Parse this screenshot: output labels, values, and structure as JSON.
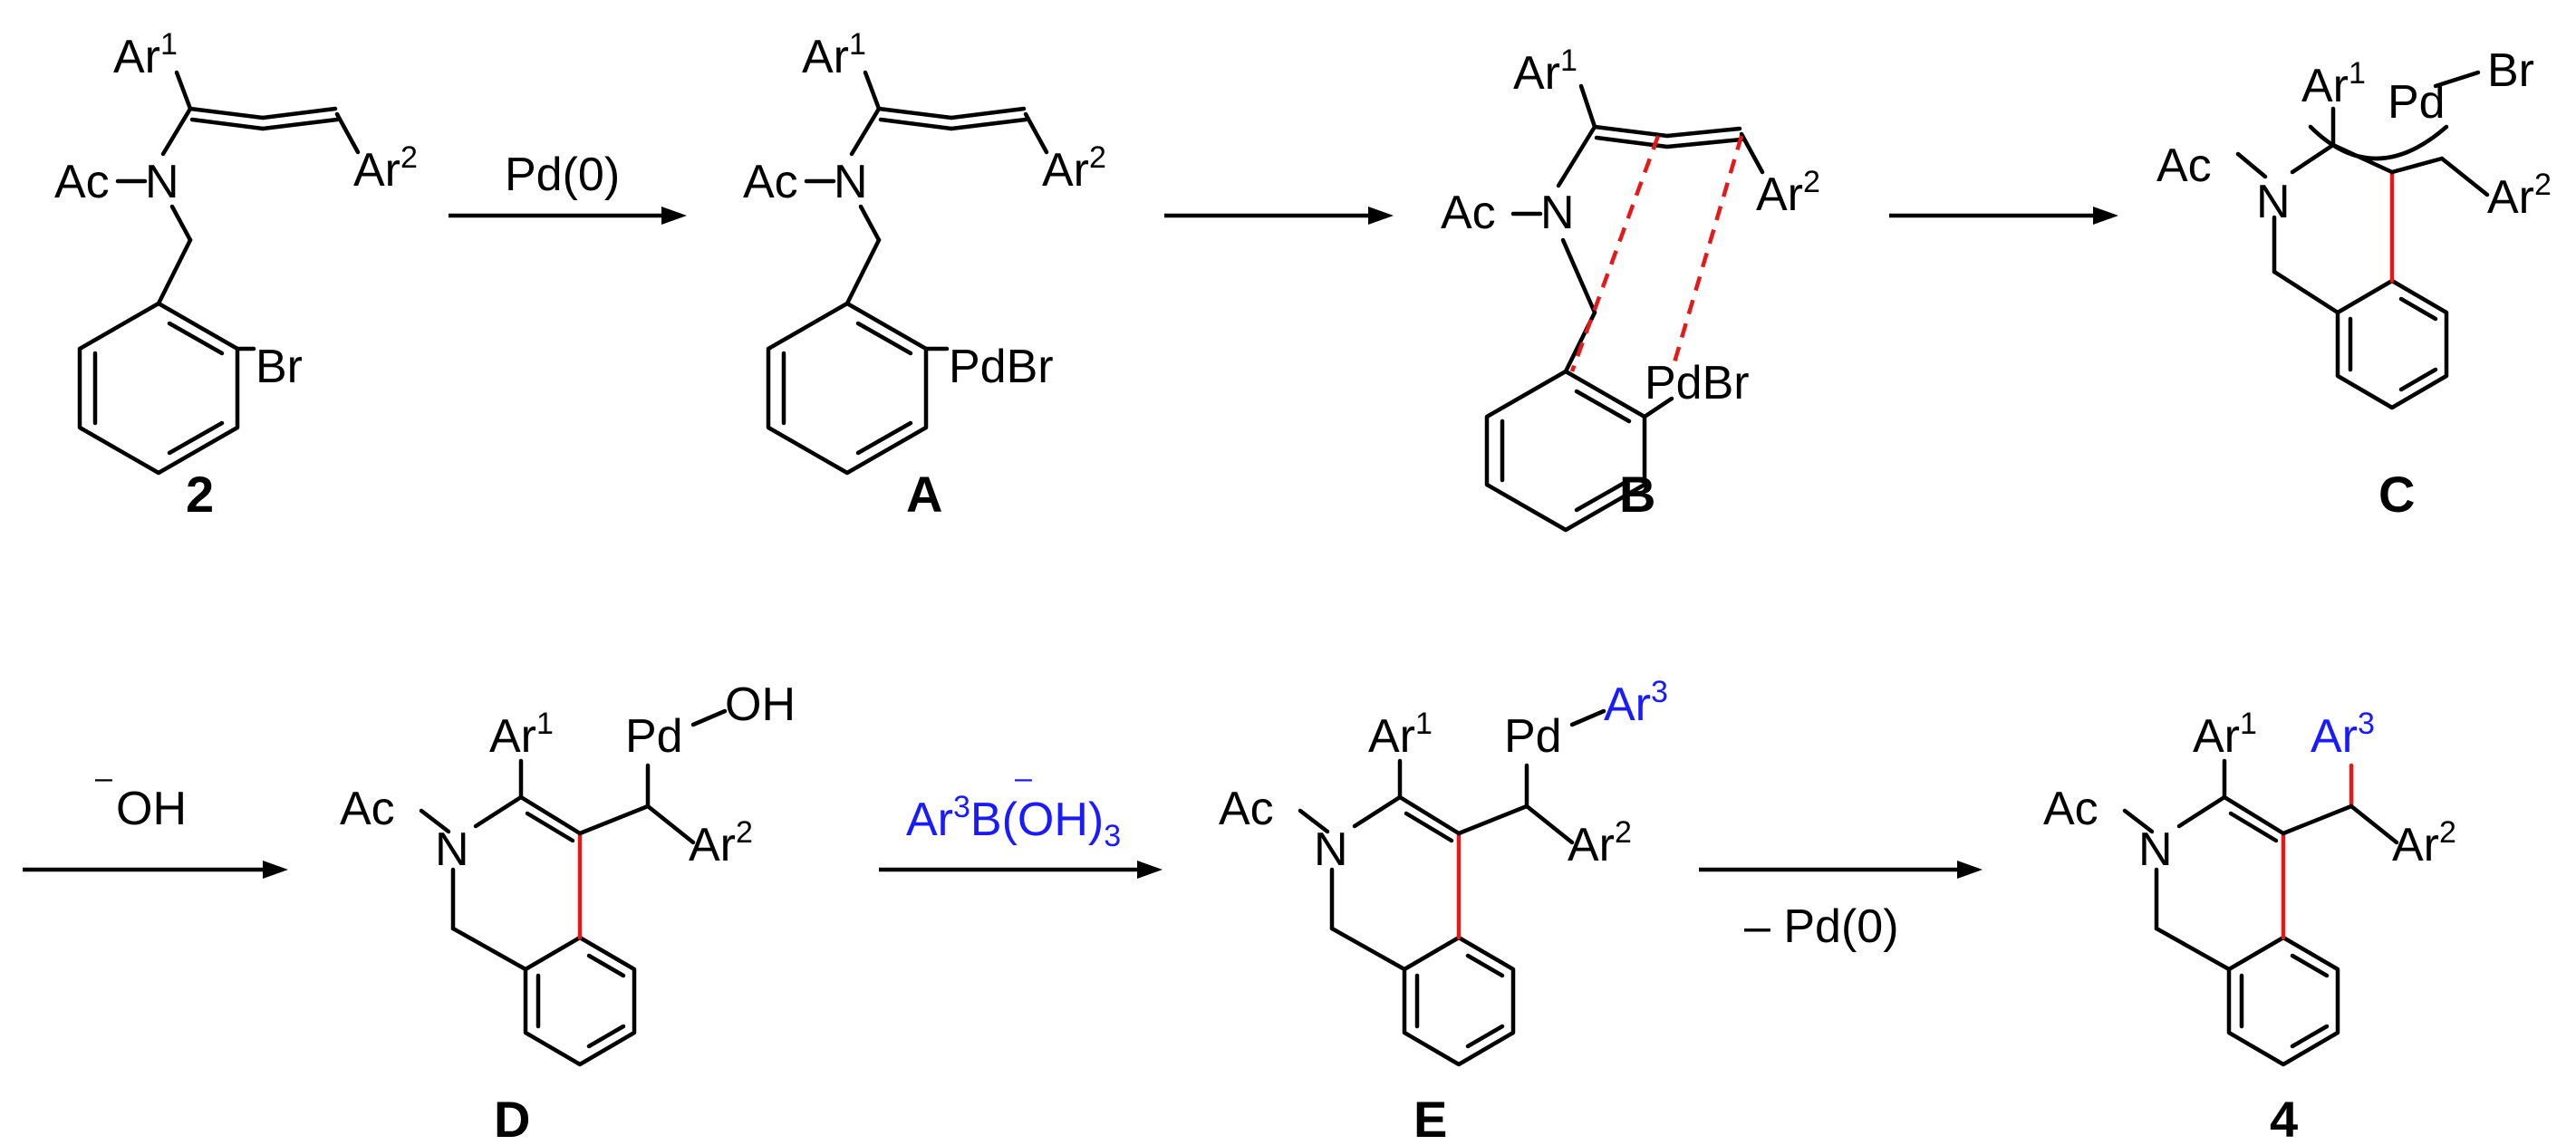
{
  "colors": {
    "bond": "#000000",
    "new_bond": "#e31a1a",
    "ar3": "#1a1aff"
  },
  "atoms": {
    "ac": "Ac",
    "n": "N",
    "ar": "Ar",
    "br": "Br",
    "pdbr": "PdBr",
    "pd": "Pd",
    "oh": "OH",
    "b_oh": "B(OH)",
    "sup1": "1",
    "sup2": "2",
    "sup3": "3",
    "sub3": "3",
    "minus": "–"
  },
  "compounds": {
    "c2": "2",
    "cA": "A",
    "cB": "B",
    "cC": "C",
    "cD": "D",
    "cE": "E",
    "c4": "4"
  },
  "arrows": {
    "a1_reagent": "Pd(0)",
    "a4_reagent": "OH",
    "a5_reagent": "B(OH)",
    "a6_reagent": "– Pd(0)"
  }
}
